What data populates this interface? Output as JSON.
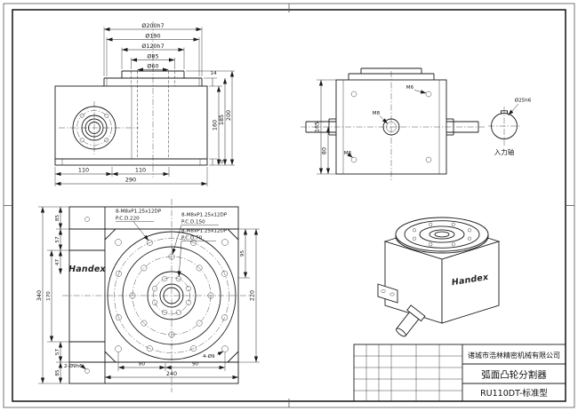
{
  "front": {
    "dia": [
      "Ø200h7",
      "Ø190",
      "Ø120h7",
      "Ø85",
      "Ø60"
    ],
    "right": {
      "d14": "14",
      "d160": "160",
      "d185": "185",
      "d200": "200",
      "d20": "20"
    },
    "bottom": {
      "a": "110",
      "b": "110",
      "total": "290"
    }
  },
  "side": {
    "d165": "165",
    "d80": "80",
    "m6_top": "M6",
    "m8": "M8",
    "m6_bot": "M6",
    "input_shaft": "入力轴",
    "shaft_dia": "Ø25h6"
  },
  "top": {
    "notes": [
      {
        "l1": "8-M8xP1.25x12DP",
        "l2": "P.C.D.220"
      },
      {
        "l1": "8-M8xP1.25x12DP",
        "l2": "P.C.D.150"
      },
      {
        "l1": "8-M8xP1.25x12DP",
        "l2": "P.C.D.70"
      }
    ],
    "logo": "Handex",
    "left": {
      "d85t": "85",
      "d57t": "57",
      "d47": "47",
      "d170": "170",
      "d340": "340",
      "d57b": "57",
      "d85b": "85"
    },
    "bottom": {
      "d80": "80",
      "d90": "90",
      "d240": "240"
    },
    "right": {
      "d95": "95",
      "d220": "220"
    },
    "holes": "4-Ø9",
    "pins": "2-Ø9h6"
  },
  "iso": {
    "logo": "Handex"
  },
  "titleblock": {
    "company": "诸城市浩林精密机械有限公司",
    "product": "弧面凸轮分割器",
    "model": "RU110DT-标准型"
  }
}
